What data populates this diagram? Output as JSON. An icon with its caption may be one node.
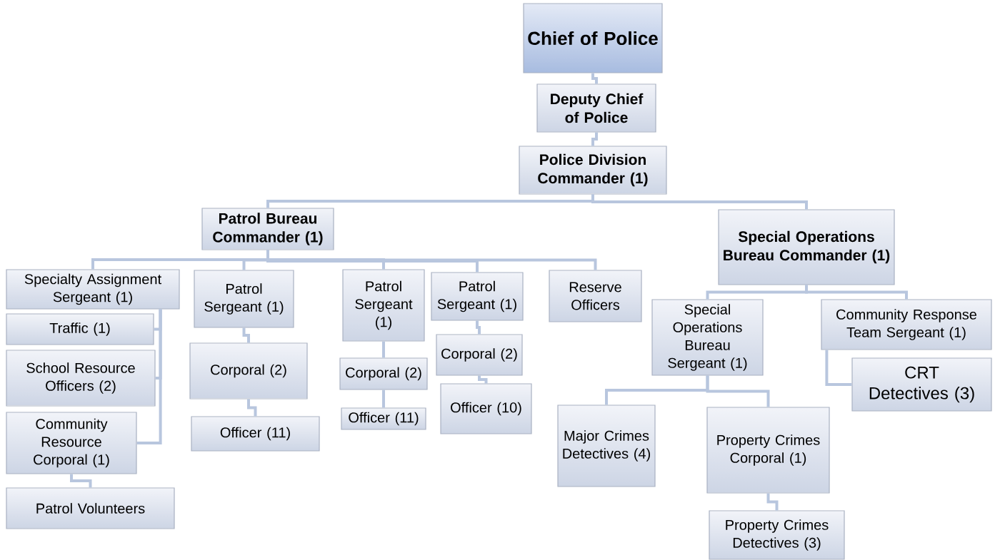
{
  "diagram": {
    "nodes": [
      {
        "text": [
          "Chief of Police"
        ]
      },
      {
        "text": [
          "Deputy Chief of Police"
        ]
      },
      {
        "text": [
          "Police Division Commander (1)"
        ]
      },
      {
        "text": [
          "Patrol Bureau Commander (1)"
        ]
      },
      {
        "text": [
          "Special Operations Bureau Commander (1)"
        ]
      },
      {
        "text": [
          "Specialty Assignment Sergeant (1)"
        ]
      },
      {
        "text": [
          "Traffic (1)"
        ]
      },
      {
        "text": [
          "School Resource Officers (2)"
        ]
      },
      {
        "text": [
          "Community Resource Corporal (1)"
        ]
      },
      {
        "text": [
          "Patrol Volunteers"
        ]
      },
      {
        "text": [
          "Patrol Sergeant (1)"
        ]
      },
      {
        "text": [
          "Corporal (2)"
        ]
      },
      {
        "text": [
          "Officer (11)"
        ]
      },
      {
        "text": [
          "Patrol Sergeant (1)"
        ]
      },
      {
        "text": [
          "Corporal (2)"
        ]
      },
      {
        "text": [
          "Officer (11)"
        ]
      },
      {
        "text": [
          "Patrol Sergeant (1)"
        ]
      },
      {
        "text": [
          "Corporal (2)"
        ]
      },
      {
        "text": [
          "Officer (10)"
        ]
      },
      {
        "text": [
          "Reserve Officers"
        ]
      },
      {
        "text": [
          "Special Operations Bureau Sergeant (1)"
        ]
      },
      {
        "text": [
          "Community Response Team Sergeant (1)"
        ]
      },
      {
        "text": [
          "CRT Detectives (3)"
        ]
      },
      {
        "text": [
          "Major Crimes Detectives (4)"
        ]
      },
      {
        "text": [
          "Property Crimes Corporal (1)"
        ]
      },
      {
        "text": [
          "Property Crimes Detectives (3)"
        ]
      }
    ],
    "edges": [
      {
        "from": 0,
        "to": 1,
        "arrow": "none"
      },
      {
        "from": 1,
        "to": 2,
        "arrow": "none"
      },
      {
        "from": 2,
        "to": 3,
        "arrow": "none"
      },
      {
        "from": 2,
        "to": 4,
        "arrow": "none"
      },
      {
        "from": 3,
        "to": 5,
        "arrow": "none"
      },
      {
        "from": 3,
        "to": 10,
        "arrow": "none"
      },
      {
        "from": 3,
        "to": 13,
        "arrow": "none"
      },
      {
        "from": 3,
        "to": 16,
        "arrow": "none"
      },
      {
        "from": 3,
        "to": 19,
        "arrow": "none"
      },
      {
        "from": 5,
        "to": 6,
        "arrow": "none"
      },
      {
        "from": 5,
        "to": 7,
        "arrow": "none"
      },
      {
        "from": 5,
        "to": 8,
        "arrow": "none"
      },
      {
        "from": 8,
        "to": 9,
        "arrow": "none"
      },
      {
        "from": 10,
        "to": 11,
        "arrow": "none"
      },
      {
        "from": 11,
        "to": 12,
        "arrow": "none"
      },
      {
        "from": 13,
        "to": 14,
        "arrow": "none"
      },
      {
        "from": 14,
        "to": 15,
        "arrow": "none"
      },
      {
        "from": 16,
        "to": 17,
        "arrow": "none"
      },
      {
        "from": 17,
        "to": 18,
        "arrow": "none"
      },
      {
        "from": 4,
        "to": 20,
        "arrow": "none"
      },
      {
        "from": 4,
        "to": 21,
        "arrow": "none"
      },
      {
        "from": 21,
        "to": 22,
        "arrow": "none"
      },
      {
        "from": 20,
        "to": 23,
        "arrow": "none"
      },
      {
        "from": 20,
        "to": 24,
        "arrow": "none"
      },
      {
        "from": 24,
        "to": 25,
        "arrow": "none"
      }
    ]
  }
}
